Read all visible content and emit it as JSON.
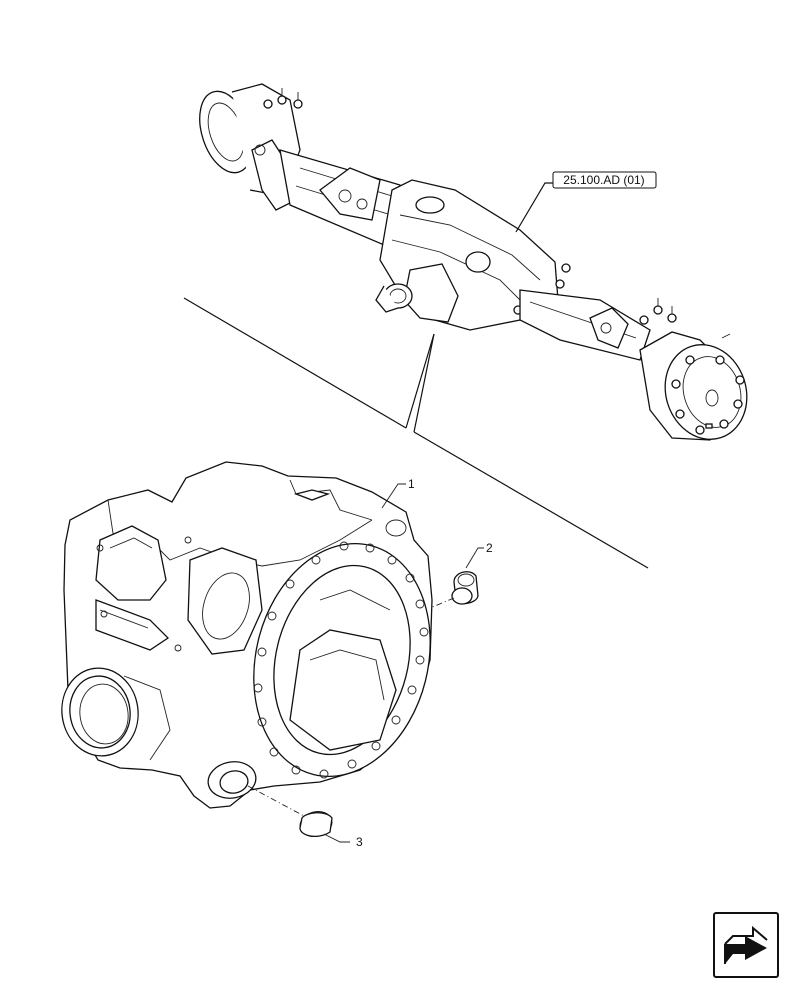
{
  "diagram": {
    "reference_label": "25.100.AD (01)",
    "callouts": [
      "1",
      "2",
      "3"
    ]
  },
  "icons": {
    "nav": "forward-arrow-icon"
  }
}
